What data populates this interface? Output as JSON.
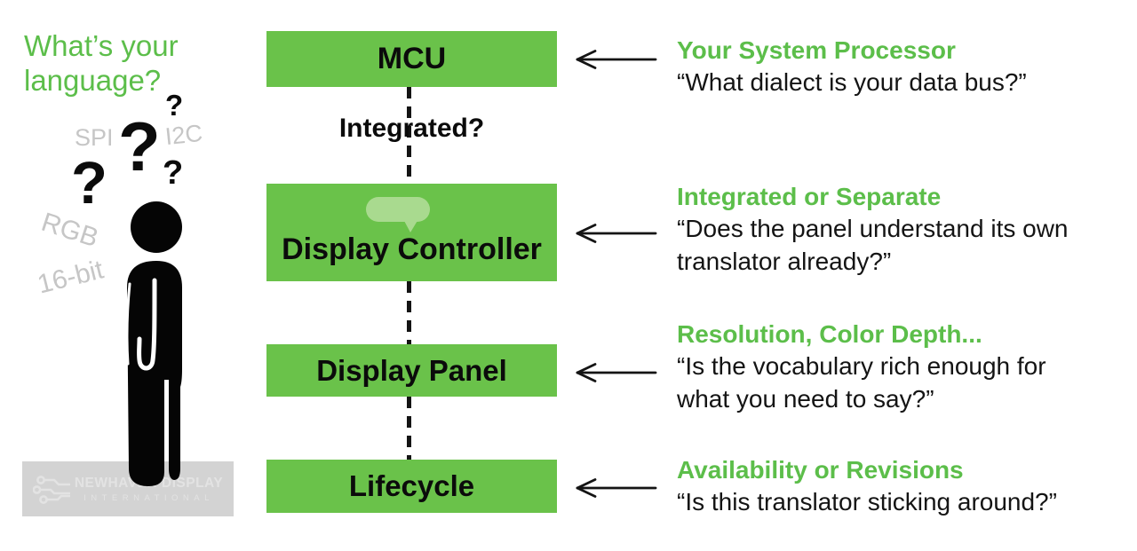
{
  "palette": {
    "box_green": "#6ac24a",
    "accent_green": "#5cbe4a",
    "bubble_green": "#a9da8f",
    "muted_gray": "#c6c6c6",
    "watermark_bg": "#d3d3d3",
    "watermark_fg": "#e3e3e3",
    "ink": "#141414"
  },
  "left_panel": {
    "title_line1": "What’s your",
    "title_line2": "language?",
    "protocols": {
      "spi": "SPI",
      "i2c": "I2C",
      "rgb": "RGB",
      "bit16": "16-bit"
    },
    "qmarks": {
      "big": "?",
      "top": "?",
      "right": "?",
      "bottom": "?"
    },
    "watermark": {
      "name": "NEWHAVEN DISPLAY",
      "subtitle": "INTERNATIONAL"
    }
  },
  "flow": {
    "connector_label": "Integrated?",
    "boxes": [
      {
        "label": "MCU"
      },
      {
        "label": "Display Controller"
      },
      {
        "label": "Display Panel"
      },
      {
        "label": "Lifecycle"
      }
    ]
  },
  "annotations": [
    {
      "heading": "Your System Processor",
      "lines": [
        "“What dialect is your data bus?”"
      ]
    },
    {
      "heading": "Integrated or Separate",
      "lines": [
        "“Does the panel understand its own",
        "translator already?”"
      ]
    },
    {
      "heading": "Resolution, Color Depth...",
      "lines": [
        "“Is the vocabulary rich enough for",
        "what you need to say?”"
      ]
    },
    {
      "heading": "Availability or Revisions",
      "lines": [
        "“Is this translator sticking around?”"
      ]
    }
  ]
}
